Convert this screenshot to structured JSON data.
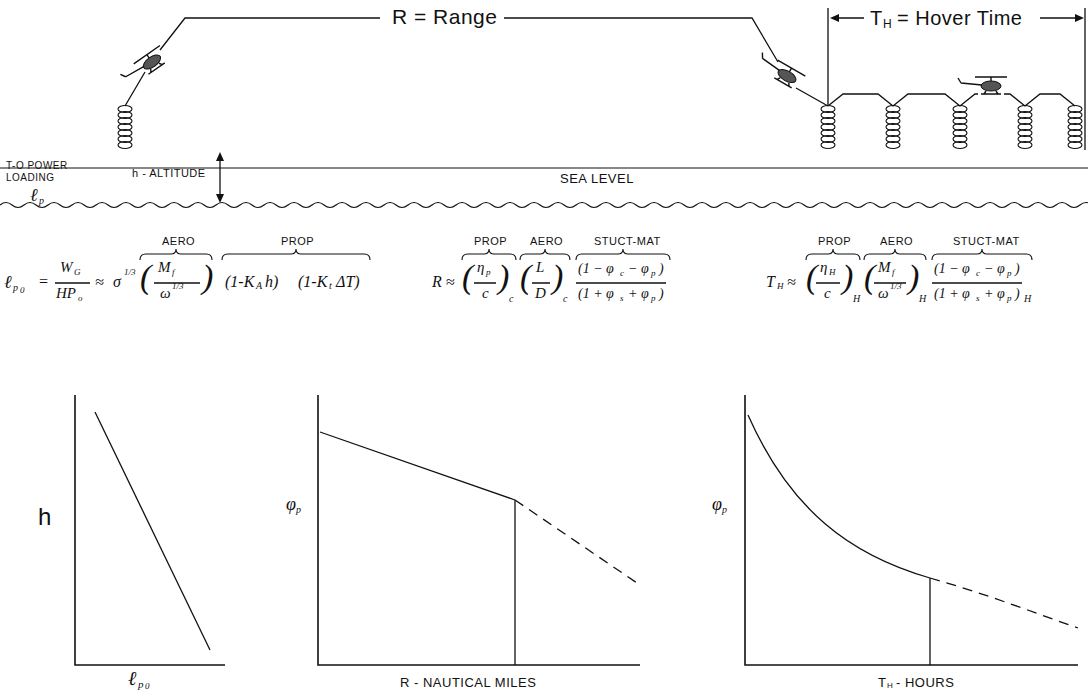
{
  "diagram": {
    "labels": [
      "R = Range",
      "T",
      "H",
      "= Hover Time",
      "T-O POWER LOADING",
      "ℓ",
      "p",
      "h - ALTITUDE",
      "SEA LEVEL",
      "AERO",
      "PROP",
      "ℓ",
      "p",
      "0",
      "=",
      "W",
      "G",
      "HP",
      "o",
      "≈",
      "σ",
      "1/3",
      "(",
      "M",
      "f",
      "ω",
      "1/3",
      ")",
      "(1-K",
      "A",
      "h)",
      "(1-K",
      "t",
      "ΔT)",
      "PROP",
      "AERO",
      "STUCT-MAT",
      "R ≈",
      "(",
      "η",
      "p",
      "c",
      ")",
      "c",
      "(",
      "L",
      "D",
      ")",
      "c",
      "(1 − φ",
      "c",
      "− φ",
      "p",
      ")",
      "(1 + φ",
      "s",
      "+ φ",
      "p",
      ")",
      "PROP",
      "AERO",
      "STUCT-MAT",
      "T",
      "H",
      "≈",
      "(",
      "η",
      "H",
      "c",
      ")",
      "H",
      "(",
      "M",
      "f",
      "ω",
      "1/3",
      ")",
      "H",
      "(1 − φ",
      "c",
      "− φ",
      "p",
      ")",
      "(1 + φ",
      "s",
      "+ φ",
      "p",
      ")",
      "H",
      "h",
      "ℓ",
      "p",
      "0",
      "φ",
      "p",
      "R - NAUTICAL MILES",
      "φ",
      "p",
      "T",
      "H",
      "- HOURS"
    ]
  }
}
